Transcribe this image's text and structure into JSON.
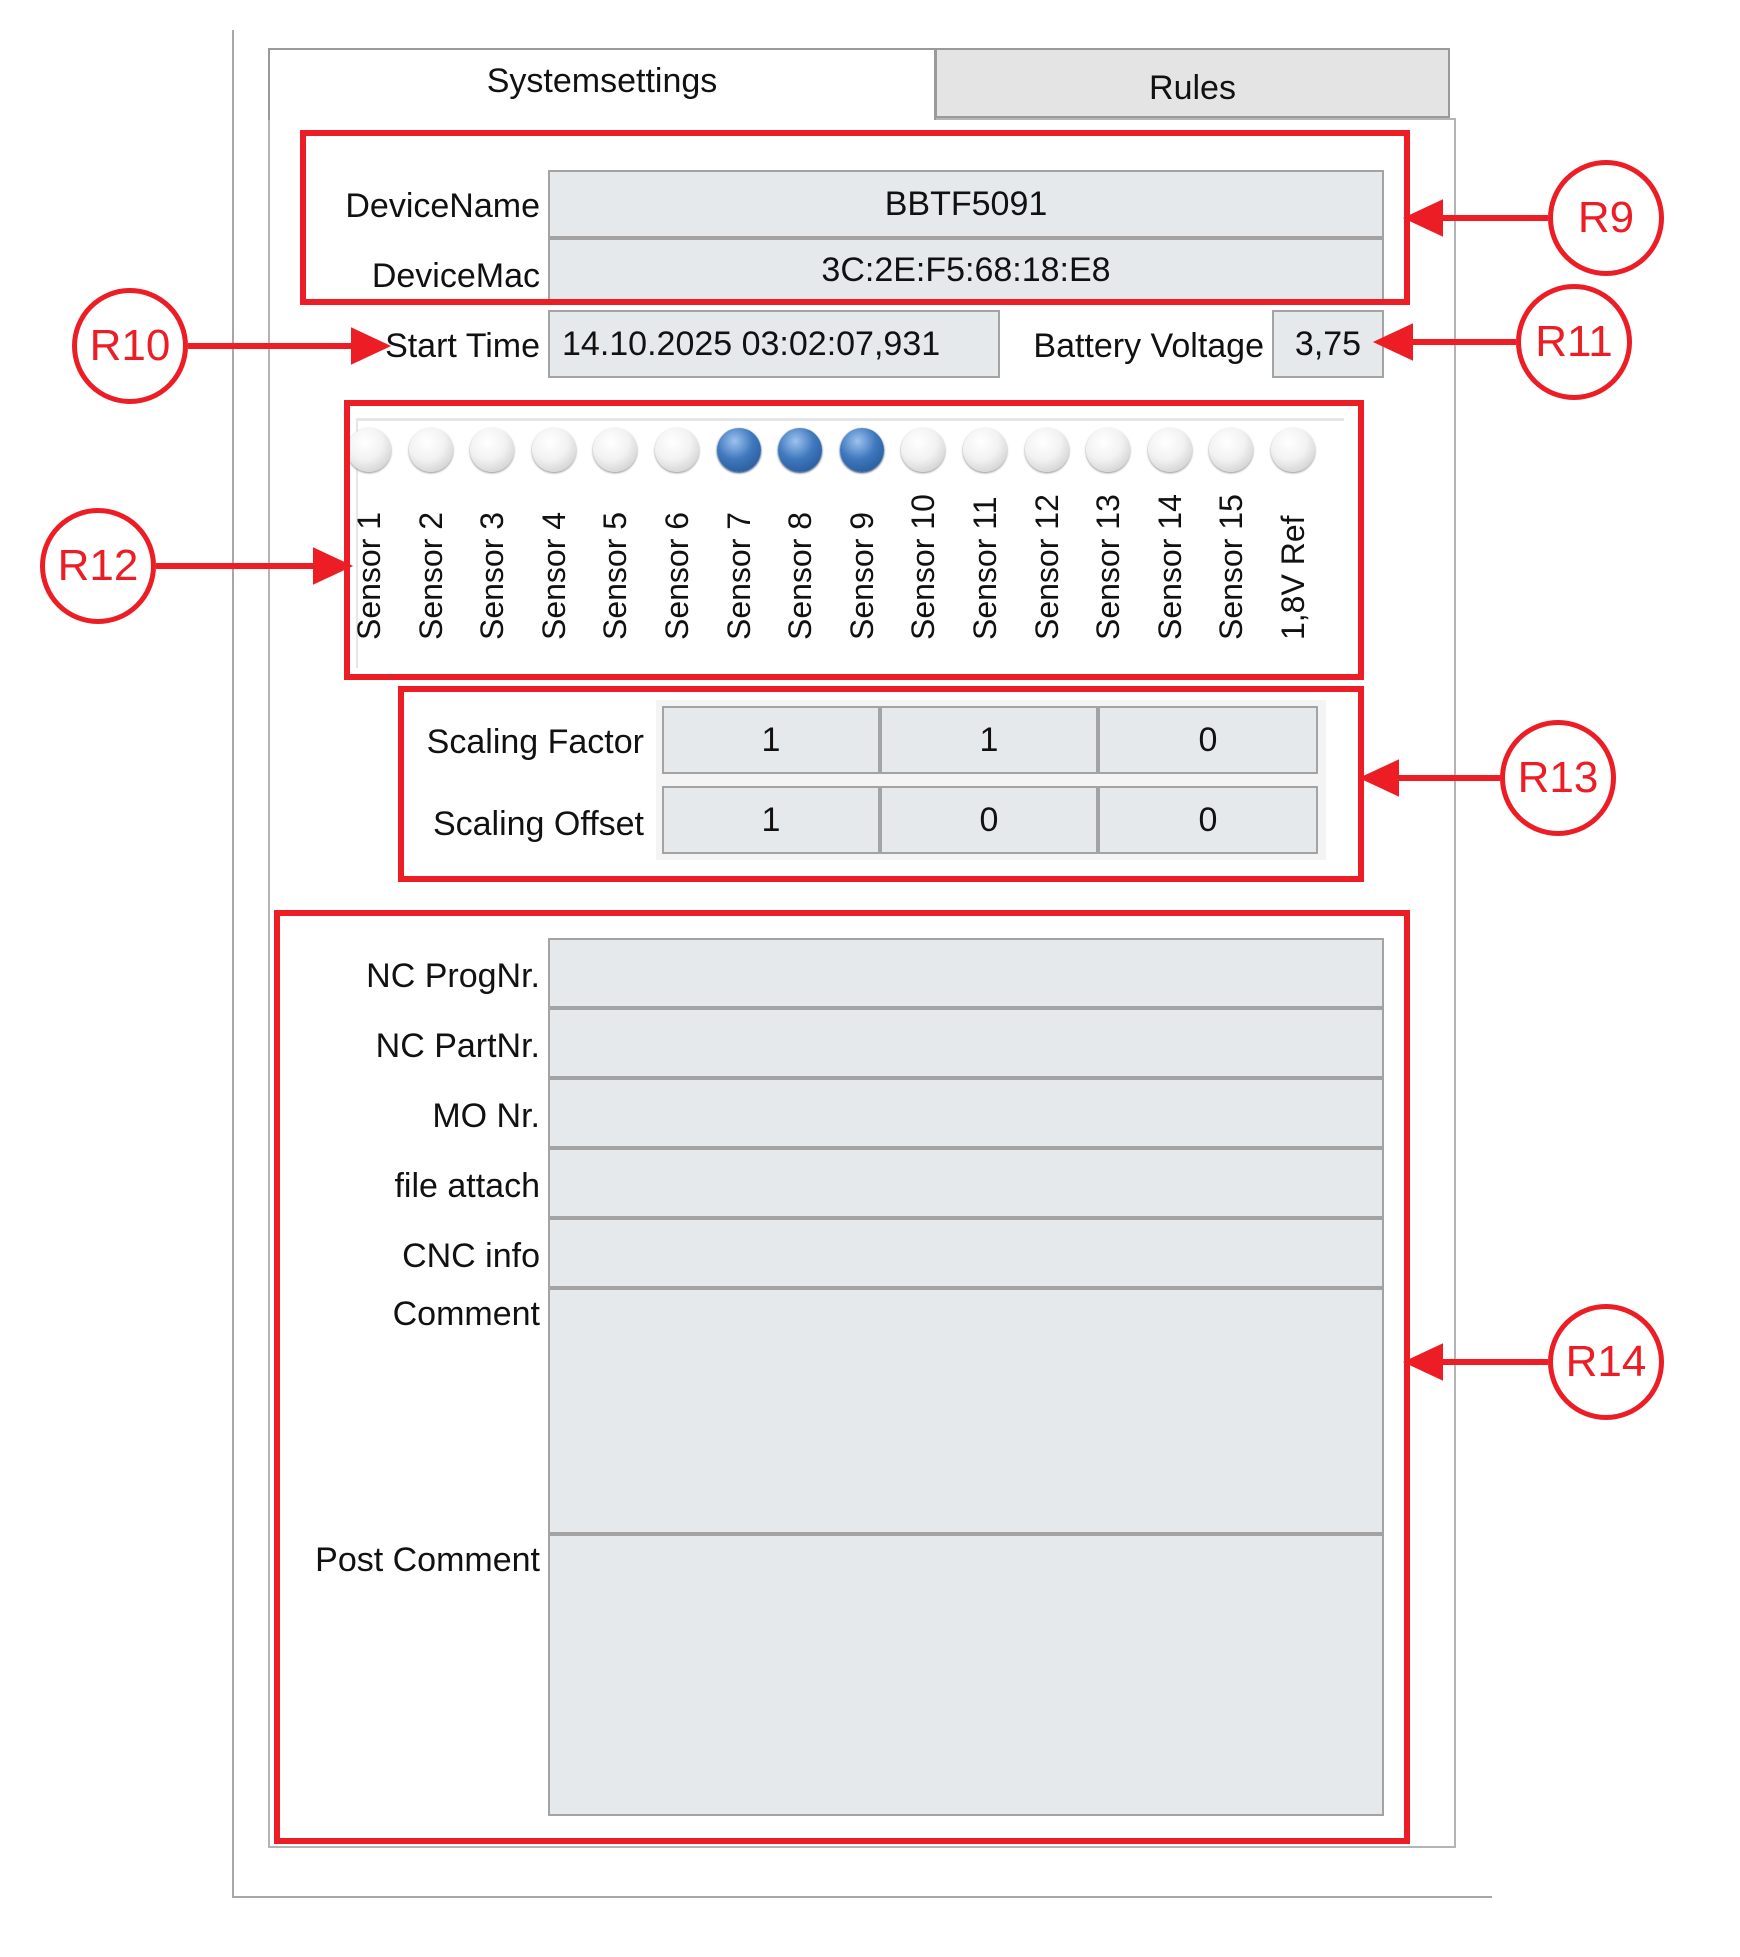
{
  "tabs": [
    {
      "label": "Systemsettings",
      "active": true
    },
    {
      "label": "Rules",
      "active": false
    }
  ],
  "device": {
    "name_label": "DeviceName",
    "name_value": "BBTF5091",
    "mac_label": "DeviceMac",
    "mac_value": "3C:2E:F5:68:18:E8"
  },
  "status": {
    "start_time_label": "Start Time",
    "start_time_value": "14.10.2025 03:02:07,931",
    "battery_label": "Battery Voltage",
    "battery_value": "3,75"
  },
  "sensors": [
    {
      "label": "Sensor 1",
      "on": false
    },
    {
      "label": "Sensor 2",
      "on": false
    },
    {
      "label": "Sensor 3",
      "on": false
    },
    {
      "label": "Sensor 4",
      "on": false
    },
    {
      "label": "Sensor 5",
      "on": false
    },
    {
      "label": "Sensor 6",
      "on": false
    },
    {
      "label": "Sensor 7",
      "on": true
    },
    {
      "label": "Sensor 8",
      "on": true
    },
    {
      "label": "Sensor 9",
      "on": true
    },
    {
      "label": "Sensor 10",
      "on": false
    },
    {
      "label": "Sensor 11",
      "on": false
    },
    {
      "label": "Sensor 12",
      "on": false
    },
    {
      "label": "Sensor 13",
      "on": false
    },
    {
      "label": "Sensor 14",
      "on": false
    },
    {
      "label": "Sensor 15",
      "on": false
    },
    {
      "label": "1,8V Ref",
      "on": false
    }
  ],
  "scaling": {
    "factor_label": "Scaling Factor",
    "factor_values": [
      "1",
      "1",
      "0"
    ],
    "offset_label": "Scaling Offset",
    "offset_values": [
      "1",
      "0",
      "0"
    ]
  },
  "info_fields": {
    "nc_prognr_label": "NC ProgNr.",
    "nc_prognr_value": "",
    "nc_partnr_label": "NC PartNr.",
    "nc_partnr_value": "",
    "mo_nr_label": "MO Nr.",
    "mo_nr_value": "",
    "file_attach_label": "file attach",
    "file_attach_value": "",
    "cnc_info_label": "CNC info",
    "cnc_info_value": "",
    "comment_label": "Comment",
    "comment_value": "",
    "post_comment_label": "Post Comment",
    "post_comment_value": ""
  },
  "annotations": {
    "r9": "R9",
    "r10": "R10",
    "r11": "R11",
    "r12": "R12",
    "r13": "R13",
    "r14": "R14",
    "color": "#ec1d24"
  },
  "colors": {
    "led_on": "#3f78bd",
    "led_off": "#f2f2f2",
    "field_bg": "#e6e9ec"
  }
}
